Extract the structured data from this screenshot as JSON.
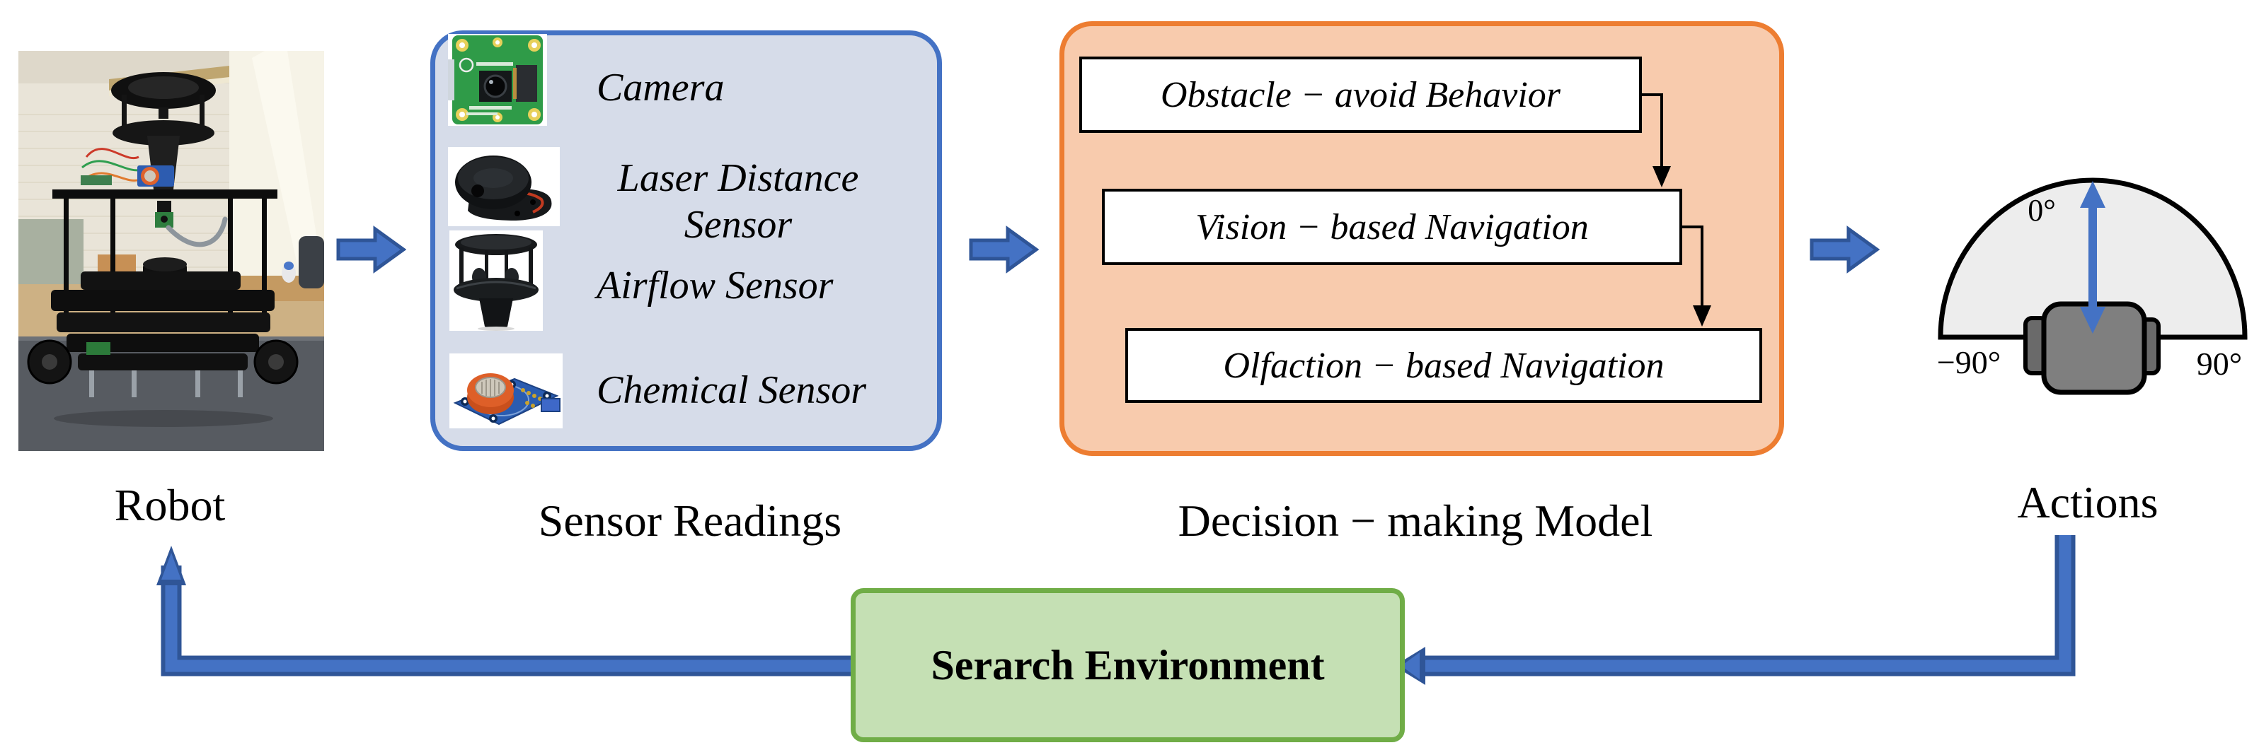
{
  "figure": {
    "background": "#FFFFFF",
    "robot": {
      "label": "Robot"
    },
    "sensor_box": {
      "title": "Sensor Readings",
      "items": [
        {
          "icon": "camera-icon",
          "label": "Camera"
        },
        {
          "icon": "laser-distance-sensor-icon",
          "label": "Laser Distance Sensor",
          "line1": "Laser Distance",
          "line2": "Sensor"
        },
        {
          "icon": "airflow-sensor-icon",
          "label": "Airflow Sensor"
        },
        {
          "icon": "chemical-sensor-icon",
          "label": "Chemical Sensor"
        }
      ]
    },
    "decision_box": {
      "title": "Decision − making Model",
      "steps": [
        "Obstacle − avoid Behavior",
        "Vision − based Navigation",
        "Olfaction − based Navigation"
      ]
    },
    "actions": {
      "title": "Actions",
      "angle_top": "0°",
      "angle_left": "−90°",
      "angle_right": "90°"
    },
    "environment": {
      "label": "Serarch Environment"
    },
    "colors": {
      "arrow_fill": "#4472C4",
      "arrow_border": "#2F5597",
      "sensor_box_fill": "#D6DCE9",
      "sensor_box_border": "#4472C4",
      "decision_box_fill": "#F8CBAD",
      "decision_box_border": "#ED7D31",
      "environment_fill": "#C5E0B4",
      "environment_border": "#70AD47",
      "step_box_fill": "#FFFFFF",
      "step_box_border": "#000000",
      "action_fan_fill": "#EDEDED",
      "action_robot_fill": "#7F7F7F"
    }
  }
}
